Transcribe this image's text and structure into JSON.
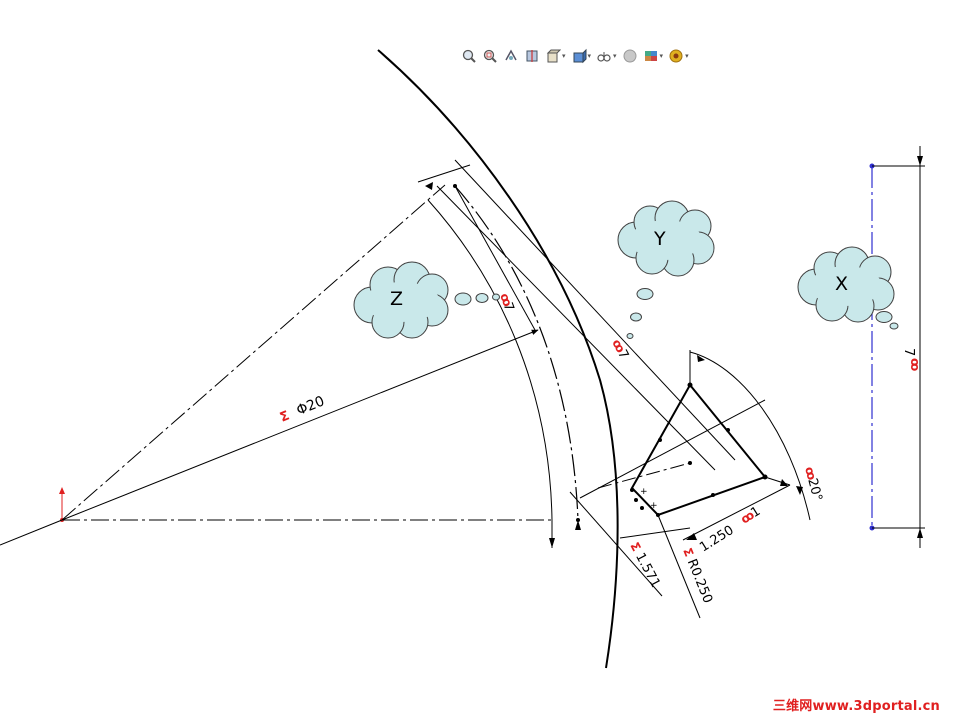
{
  "toolbar": {
    "items": [
      {
        "icon": "zoom-to-fit-icon",
        "dropdown": false
      },
      {
        "icon": "zoom-to-area-icon",
        "dropdown": false
      },
      {
        "icon": "previous-view-icon",
        "dropdown": false
      },
      {
        "icon": "section-view-icon",
        "dropdown": false
      },
      {
        "icon": "view-orientation-icon",
        "dropdown": true
      },
      {
        "icon": "display-style-icon",
        "dropdown": true
      },
      {
        "icon": "hide-show-items-icon",
        "dropdown": true
      },
      {
        "icon": "edit-appearance-icon",
        "dropdown": false
      },
      {
        "icon": "apply-scene-icon",
        "dropdown": true
      },
      {
        "icon": "view-settings-icon",
        "dropdown": true
      }
    ]
  },
  "callouts": {
    "z": "Z",
    "y": "Y",
    "x": "X"
  },
  "dimensions": {
    "diameter": "20",
    "diameter_symbol": "Φ",
    "dim_7_inner": "7",
    "dim_7_mid": "7",
    "dim_7_right": "7",
    "dim_1": "1",
    "dim_1_250": "1.250",
    "dim_1_571": "1.571",
    "dim_r0_250": "R0.250",
    "dim_20deg": "20°"
  },
  "colors": {
    "geometry": "#000000",
    "construction": "#000000",
    "relation_red": "#e02020",
    "construction_blue": "#3030d0",
    "cloud_fill": "#c9e8ea",
    "cloud_stroke": "#404040",
    "origin_red": "#e02020"
  },
  "watermark": {
    "cn": "三维网",
    "en": "www.3dportal.cn"
  }
}
